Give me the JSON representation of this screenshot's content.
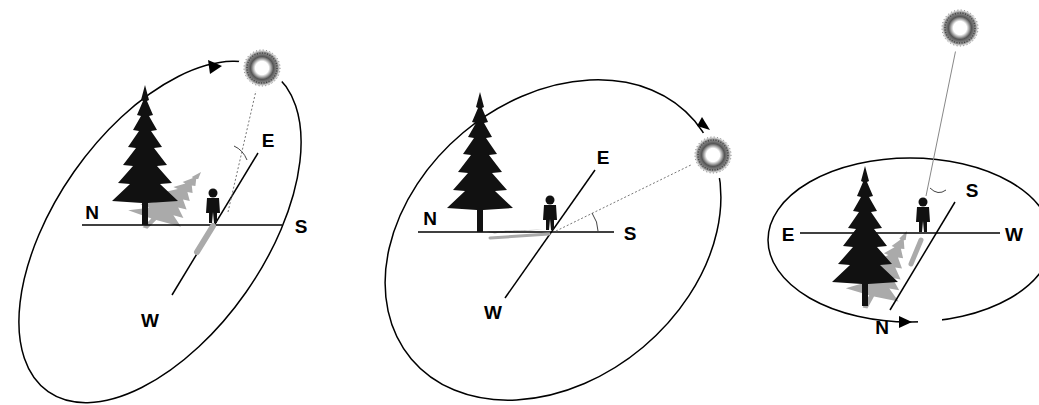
{
  "diagram": {
    "labels": [
      "E",
      "N",
      "S",
      "W",
      "E",
      "N",
      "S",
      "W",
      "S",
      "E",
      "W",
      "N"
    ]
  }
}
